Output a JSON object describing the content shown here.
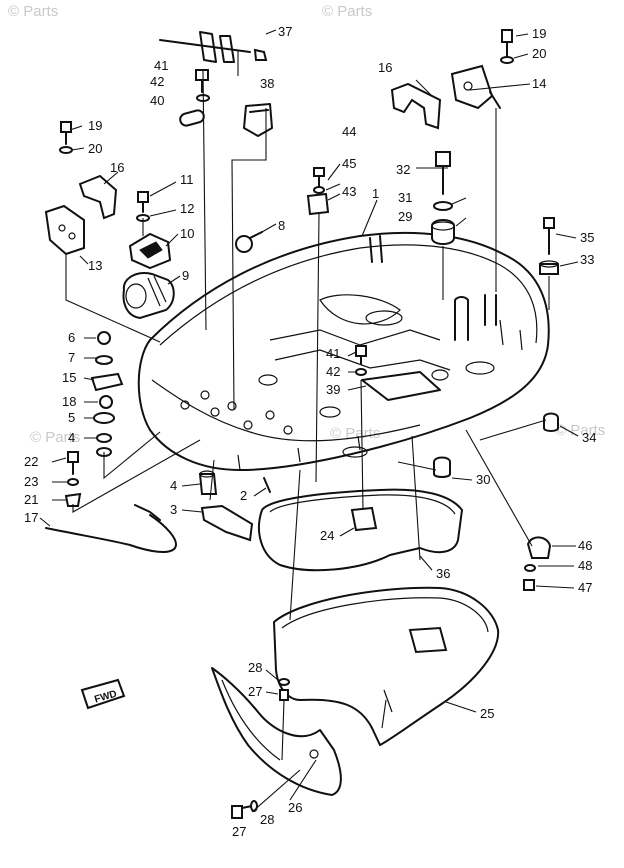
{
  "watermark": {
    "text": "© Parts"
  },
  "fwd_label": "FWD",
  "callouts": [
    "37",
    "41",
    "42",
    "40",
    "38",
    "16",
    "19",
    "20",
    "14",
    "19",
    "20",
    "44",
    "45",
    "43",
    "1",
    "32",
    "31",
    "29",
    "16",
    "11",
    "12",
    "10",
    "8",
    "35",
    "33",
    "13",
    "9",
    "6",
    "7",
    "15",
    "18",
    "5",
    "4",
    "41",
    "42",
    "39",
    "34",
    "22",
    "23",
    "21",
    "17",
    "4",
    "3",
    "2",
    "30",
    "24",
    "46",
    "48",
    "47",
    "36",
    "28",
    "27",
    "25",
    "26",
    "27",
    "28"
  ]
}
